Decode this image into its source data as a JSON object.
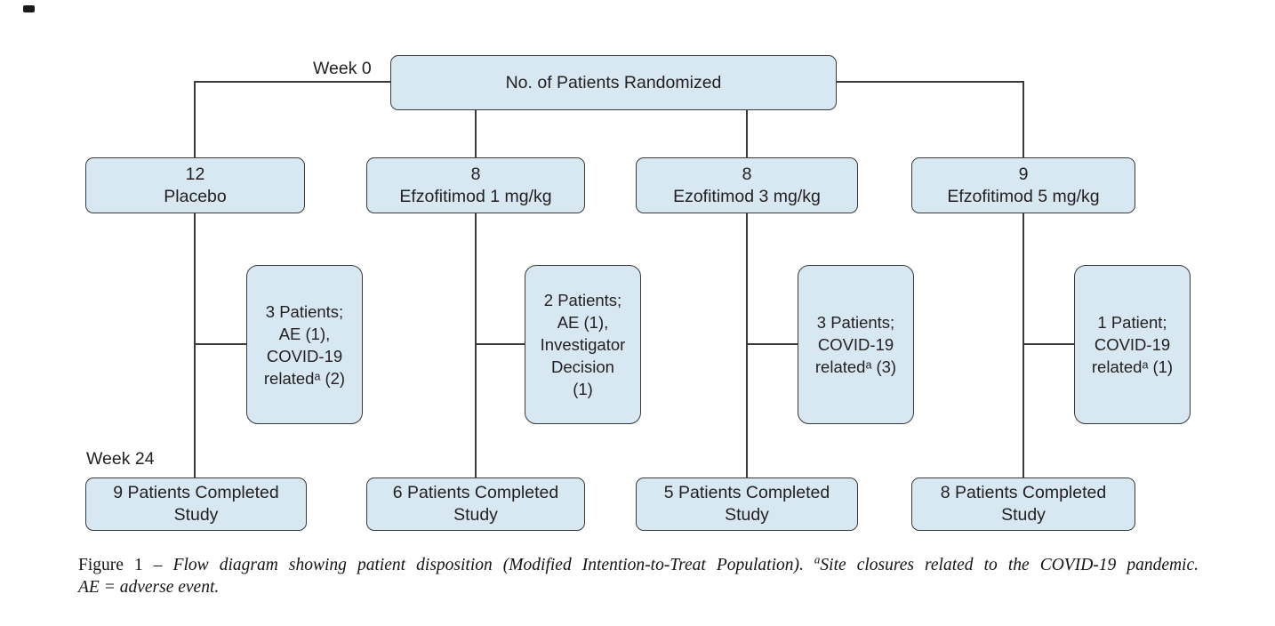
{
  "diagram": {
    "week0_label": "Week 0",
    "week24_label": "Week 24",
    "randomized": {
      "label": "No. of Patients Randomized"
    },
    "arms": [
      {
        "count": "12",
        "name": "Placebo"
      },
      {
        "count": "8",
        "name": "Efzofitimod 1 mg/kg"
      },
      {
        "count": "8",
        "name": "Ezofitimod 3 mg/kg"
      },
      {
        "count": "9",
        "name": "Efzofitimod 5 mg/kg"
      }
    ],
    "withdrawals": [
      {
        "lines": [
          "3 Patients;",
          "AE (1),",
          "COVID-19",
          "relatedᵃ (2)"
        ]
      },
      {
        "lines": [
          "2 Patients;",
          "AE (1),",
          "Investigator",
          "Decision",
          "(1)"
        ]
      },
      {
        "lines": [
          "3 Patients;",
          "COVID-19",
          "relatedᵃ (3)"
        ]
      },
      {
        "lines": [
          "1 Patient;",
          "COVID-19",
          "relatedᵃ (1)"
        ]
      }
    ],
    "completed": [
      {
        "lines": [
          "9 Patients Completed",
          "Study"
        ]
      },
      {
        "lines": [
          "6 Patients Completed",
          "Study"
        ]
      },
      {
        "lines": [
          "5 Patients Completed",
          "Study"
        ]
      },
      {
        "lines": [
          "8 Patients Completed",
          "Study"
        ]
      }
    ]
  },
  "caption": {
    "figure_label": "Figure 1",
    "dash": "–",
    "description": "Flow diagram showing patient disposition (Modified Intention-to-Treat Population).",
    "footnote_marker": "a",
    "footnote_text": "Site closures related to the COVID-19 pandemic.",
    "abbreviation": "AE = adverse event."
  },
  "colors": {
    "box_fill": "#d8e8f3",
    "box_border": "#3a3a3a",
    "connector": "#3a3a3a",
    "background": "#ffffff"
  }
}
